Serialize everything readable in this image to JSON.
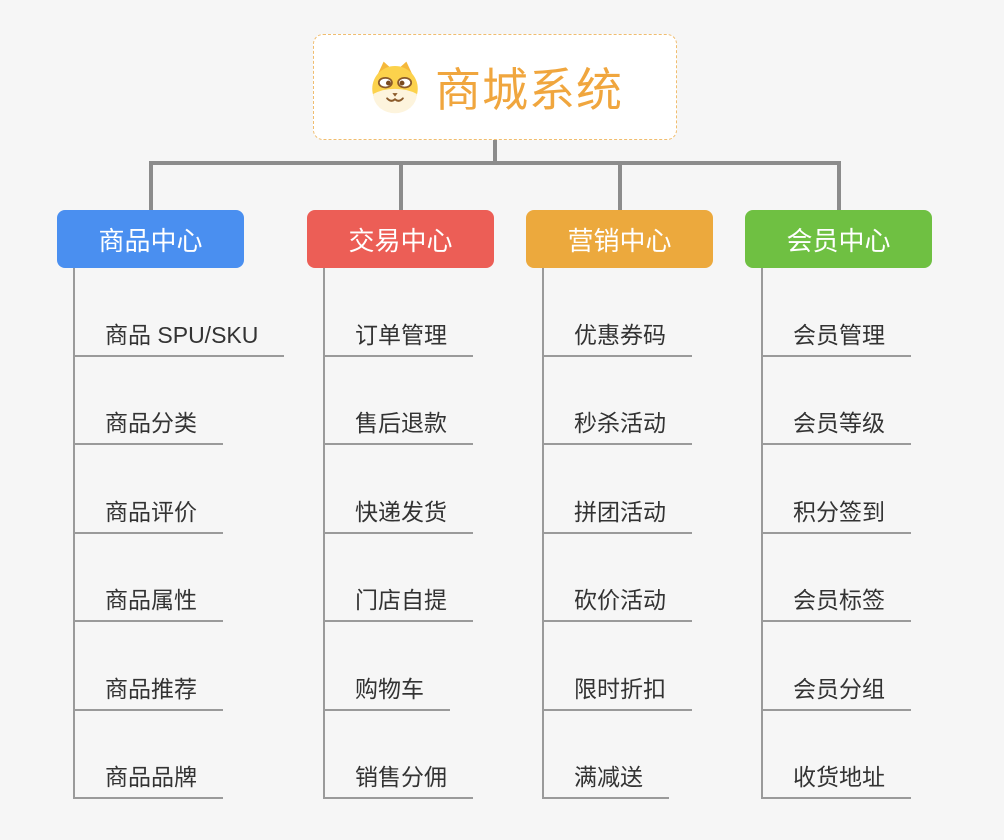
{
  "root": {
    "title": "商城系统",
    "icon": "dog-face-icon"
  },
  "branches": [
    {
      "label": "商品中心",
      "color": "#4a8ff0",
      "items": [
        "商品 SPU/SKU",
        "商品分类",
        "商品评价",
        "商品属性",
        "商品推荐",
        "商品品牌"
      ]
    },
    {
      "label": "交易中心",
      "color": "#ec5e56",
      "items": [
        "订单管理",
        "售后退款",
        "快递发货",
        "门店自提",
        "购物车",
        "销售分佣"
      ]
    },
    {
      "label": "营销中心",
      "color": "#eca93d",
      "items": [
        "优惠券码",
        "秒杀活动",
        "拼团活动",
        "砍价活动",
        "限时折扣",
        "满减送"
      ]
    },
    {
      "label": "会员中心",
      "color": "#6fc042",
      "items": [
        "会员管理",
        "会员等级",
        "积分签到",
        "会员标签",
        "会员分组",
        "收货地址"
      ]
    }
  ],
  "colors": {
    "background": "#f6f6f6",
    "connector": "#8c8c8c",
    "item_line": "#9a9a9a",
    "item_text": "#333333",
    "root_text": "#f0a63e",
    "root_border": "#f0bd6f"
  }
}
